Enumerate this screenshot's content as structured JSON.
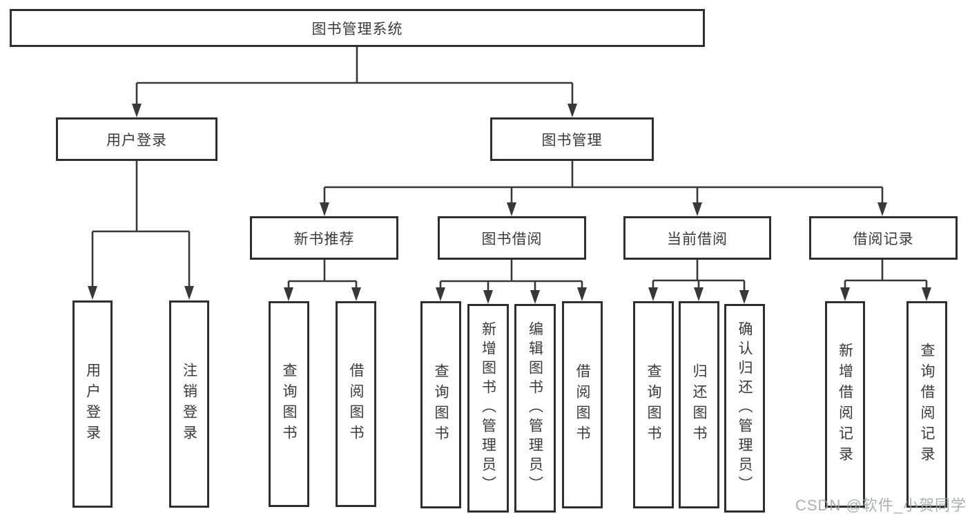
{
  "diagram": {
    "title": "图书管理系统",
    "branches": [
      {
        "label": "用户登录"
      },
      {
        "label": "图书管理"
      }
    ],
    "sections": [
      {
        "label": "新书推荐"
      },
      {
        "label": "图书借阅"
      },
      {
        "label": "当前借阅"
      },
      {
        "label": "借阅记录"
      }
    ],
    "leaves": [
      {
        "label": "用户登录",
        "parent": "用户登录"
      },
      {
        "label": "注销登录",
        "parent": "用户登录"
      },
      {
        "label": "查询图书",
        "parent": "新书推荐"
      },
      {
        "label": "借阅图书",
        "parent": "新书推荐"
      },
      {
        "label": "查询图书",
        "parent": "图书借阅"
      },
      {
        "label": "新增图书（管理员）",
        "parent": "图书借阅"
      },
      {
        "label": "编辑图书（管理员）",
        "parent": "图书借阅"
      },
      {
        "label": "借阅图书",
        "parent": "图书借阅"
      },
      {
        "label": "查询图书",
        "parent": "当前借阅"
      },
      {
        "label": "归还图书",
        "parent": "当前借阅"
      },
      {
        "label": "确认归还（管理员）",
        "parent": "当前借阅"
      },
      {
        "label": "新增借阅记录",
        "parent": "借阅记录"
      },
      {
        "label": "查询借阅记录",
        "parent": "借阅记录"
      }
    ],
    "colors": {
      "border": "#2e2e2e",
      "line": "#383838",
      "text": "#3a3a3a",
      "background": "#ffffff",
      "watermark": "#9ea2a6"
    }
  },
  "watermark": "CSDN @软件_小贺同学"
}
